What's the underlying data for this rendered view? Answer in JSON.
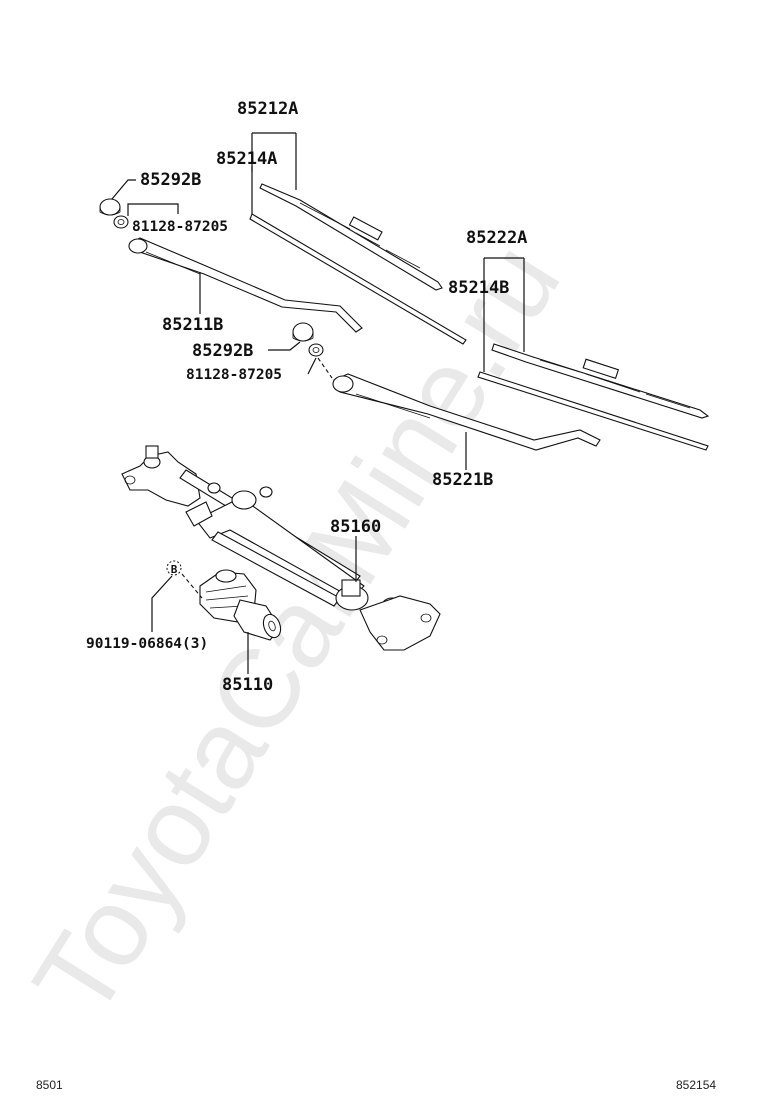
{
  "watermark": "ToyotaCarMine.ru",
  "labels": {
    "p85212A": "85212A",
    "p85214A": "85214A",
    "p85292B_top": "85292B",
    "p81128_top": "81128-87205",
    "p85211B": "85211B",
    "p85222A": "85222A",
    "p85214B": "85214B",
    "p85292B_mid": "85292B",
    "p81128_mid": "81128-87205",
    "p85221B": "85221B",
    "p85160": "85160",
    "p90119": "90119-06864(3)",
    "p85110": "85110",
    "bolt_mark": "B"
  },
  "footer": {
    "left": "8501",
    "right": "852154"
  }
}
